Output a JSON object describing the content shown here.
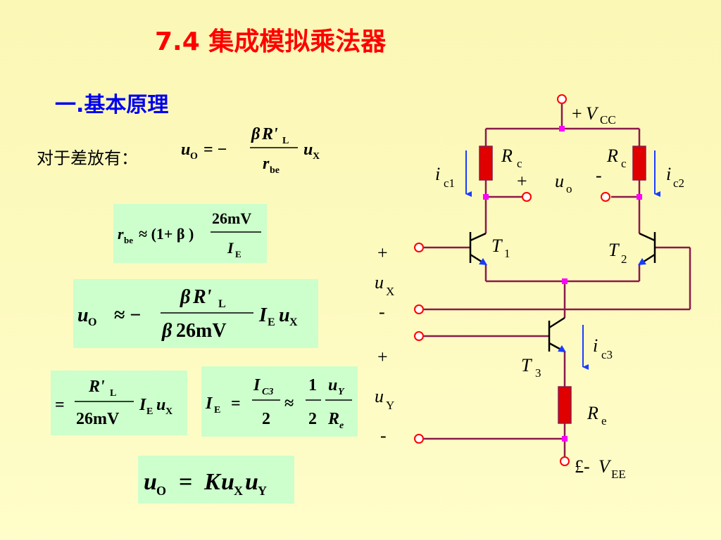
{
  "slide": {
    "title": "7.4 集成模拟乘法器",
    "section_heading": "一.基本原理",
    "intro_text": "对于差放有："
  },
  "colors": {
    "title": "#ff0000",
    "heading": "#0000ee",
    "formula_box": "#ccffcc",
    "wire": "#8b1a4a",
    "resistor": "#e00000",
    "current_arrow": "#1a3cff",
    "node": "#ff00ff",
    "terminal": "#ff0000"
  },
  "formulas": {
    "f1": {
      "lhs": "u",
      "lhs_sub": "O",
      "rel": "= −",
      "num_beta": "β",
      "num_r": "R'",
      "num_sub": "L",
      "den": "r",
      "den_sub": "be",
      "rhs": "u",
      "rhs_sub": "X"
    },
    "f2": {
      "lhs": "r",
      "lhs_sub": "be",
      "rel": "≈ (1+ β )",
      "num": "26mV",
      "den": "I",
      "den_sub": "E"
    },
    "f3": {
      "lhs": "u",
      "lhs_sub": "O",
      "rel": "≈ −",
      "num_beta": "β",
      "num_r": "R'",
      "num_sub": "L",
      "den_beta": "β",
      "den": "26mV",
      "rhs1": "I",
      "rhs1_sub": "E",
      "rhs2": "u",
      "rhs2_sub": "X"
    },
    "f4": {
      "rel": "=",
      "num": "R'",
      "num_sub": "L",
      "den": "26mV",
      "rhs1": "I",
      "rhs1_sub": "E",
      "rhs2": "u",
      "rhs2_sub": "X"
    },
    "f5": {
      "lhs": "I",
      "lhs_sub": "E",
      "rel": "=",
      "num1": "I",
      "num1_sub": "C3",
      "den1": "2",
      "rel2": "≈",
      "num2": "1",
      "den2": "2",
      "num3": "u",
      "num3_sub": "Y",
      "den3": "R",
      "den3_sub": "e"
    },
    "f6": {
      "lhs": "u",
      "lhs_sub": "O",
      "rel": "=",
      "k": "K",
      "u1": "u",
      "u1_sub": "X",
      "u2": "u",
      "u2_sub": "Y"
    }
  },
  "circuit": {
    "vcc": {
      "sign": "+",
      "v": "V",
      "sub": "CC"
    },
    "vee": {
      "sign": "£-",
      "v": "V",
      "sub": "EE"
    },
    "rc_left": {
      "r": "R",
      "sub": "c"
    },
    "rc_right": {
      "r": "R",
      "sub": "c"
    },
    "re": {
      "r": "R",
      "sub": "e"
    },
    "ic1": {
      "i": "i",
      "sub": "c1"
    },
    "ic2": {
      "i": "i",
      "sub": "c2"
    },
    "ic3": {
      "i": "i",
      "sub": "c3"
    },
    "t1": {
      "t": "T",
      "sub": "1"
    },
    "t2": {
      "t": "T",
      "sub": "2"
    },
    "t3": {
      "t": "T",
      "sub": "3"
    },
    "uo": {
      "u": "u",
      "sub": "o",
      "plus": "+",
      "minus": "-"
    },
    "ux": {
      "u": "u",
      "sub": "X",
      "plus": "+",
      "minus": "-"
    },
    "uy": {
      "u": "u",
      "sub": "Y",
      "plus": "+",
      "minus": "-"
    }
  }
}
